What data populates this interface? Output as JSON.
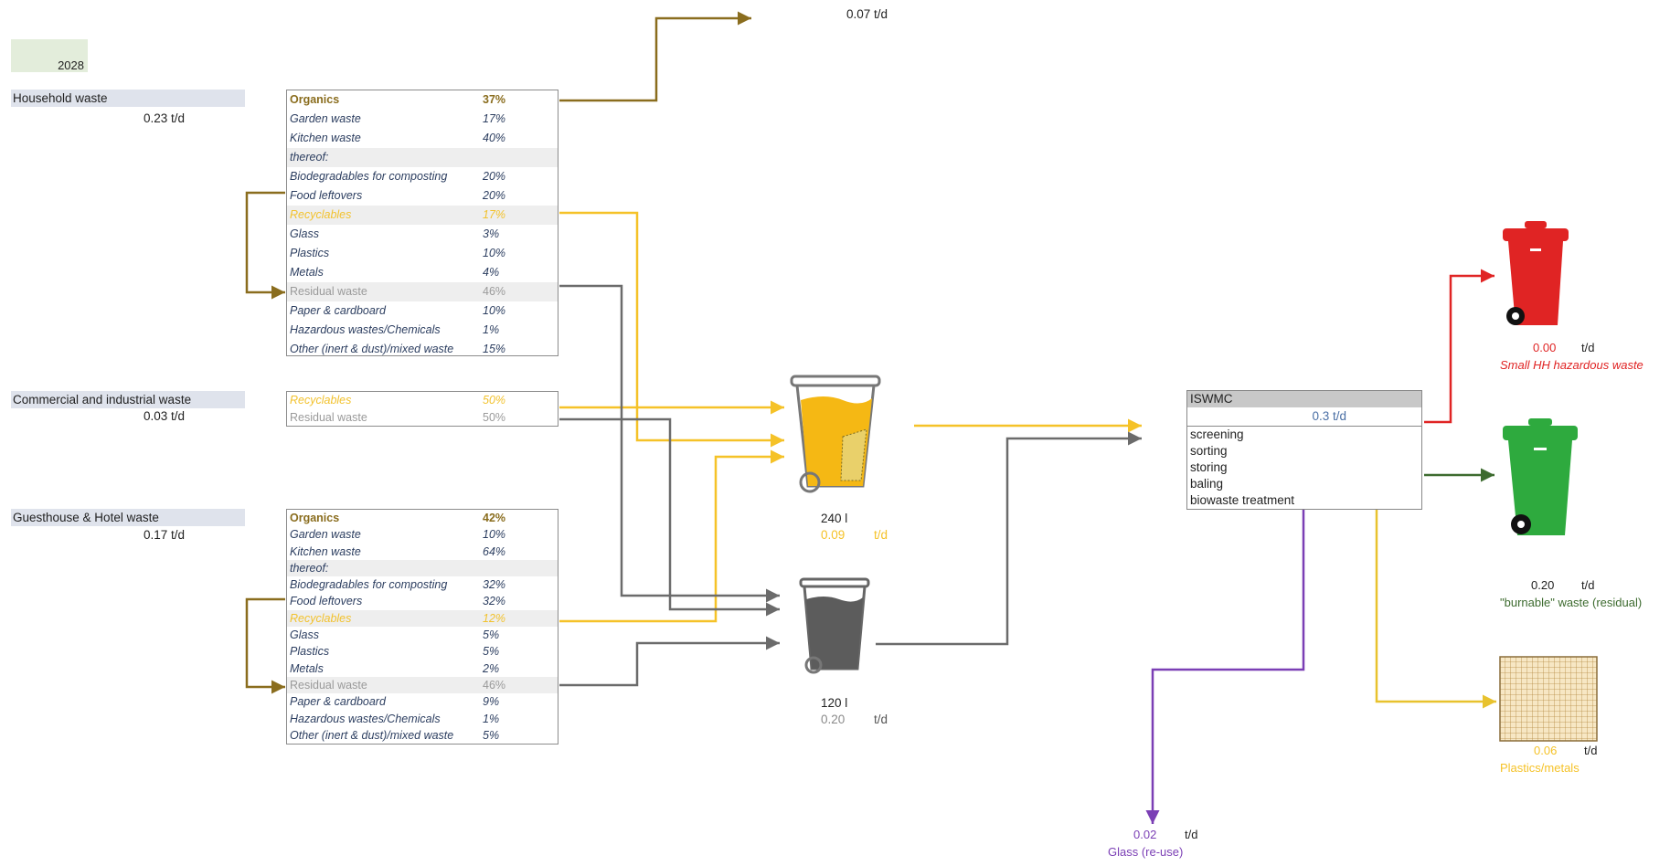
{
  "year": "2028",
  "top_output": {
    "value": "0.07 t/d"
  },
  "sources": [
    {
      "label": "Household waste",
      "value": "0.23 t/d",
      "rows": [
        {
          "label": "Organics",
          "pct": "37%",
          "kind": "hdr-org"
        },
        {
          "label": "Garden waste",
          "pct": "17%",
          "kind": "sub"
        },
        {
          "label": "Kitchen waste",
          "pct": "40%",
          "kind": "sub"
        },
        {
          "label": "thereof:",
          "pct": "",
          "kind": "sub shaded"
        },
        {
          "label": "Biodegradables for composting",
          "pct": "20%",
          "kind": "sub"
        },
        {
          "label": "Food leftovers",
          "pct": "20%",
          "kind": "sub"
        },
        {
          "label": "Recyclables",
          "pct": "17%",
          "kind": "hdr-rec shaded"
        },
        {
          "label": "Glass",
          "pct": "3%",
          "kind": "sub"
        },
        {
          "label": "Plastics",
          "pct": "10%",
          "kind": "sub"
        },
        {
          "label": "Metals",
          "pct": "4%",
          "kind": "sub"
        },
        {
          "label": "Residual waste",
          "pct": "46%",
          "kind": "hdr-res shaded"
        },
        {
          "label": "Paper & cardboard",
          "pct": "10%",
          "kind": "sub"
        },
        {
          "label": "Hazardous wastes/Chemicals",
          "pct": "1%",
          "kind": "sub"
        },
        {
          "label": "Other (inert & dust)/mixed waste",
          "pct": "15%",
          "kind": "sub"
        }
      ]
    },
    {
      "label": "Commercial and industrial waste",
      "value": "0.03 t/d",
      "rows": [
        {
          "label": "Recyclables",
          "pct": "50%",
          "kind": "hdr-rec"
        },
        {
          "label": "Residual waste",
          "pct": "50%",
          "kind": "hdr-res"
        }
      ]
    },
    {
      "label": "Guesthouse & Hotel waste",
      "value": "0.17 t/d",
      "rows": [
        {
          "label": "Organics",
          "pct": "42%",
          "kind": "hdr-org"
        },
        {
          "label": "Garden waste",
          "pct": "10%",
          "kind": "sub"
        },
        {
          "label": "Kitchen waste",
          "pct": "64%",
          "kind": "sub"
        },
        {
          "label": "thereof:",
          "pct": "",
          "kind": "sub shaded"
        },
        {
          "label": "Biodegradables for composting",
          "pct": "32%",
          "kind": "sub"
        },
        {
          "label": "Food leftovers",
          "pct": "32%",
          "kind": "sub"
        },
        {
          "label": "Recyclables",
          "pct": "12%",
          "kind": "hdr-rec shaded"
        },
        {
          "label": "Glass",
          "pct": "5%",
          "kind": "sub"
        },
        {
          "label": "Plastics",
          "pct": "5%",
          "kind": "sub"
        },
        {
          "label": "Metals",
          "pct": "2%",
          "kind": "sub"
        },
        {
          "label": "Residual waste",
          "pct": "46%",
          "kind": "hdr-res shaded"
        },
        {
          "label": "Paper & cardboard",
          "pct": "9%",
          "kind": "sub"
        },
        {
          "label": "Hazardous wastes/Chemicals",
          "pct": "1%",
          "kind": "sub"
        },
        {
          "label": "Other (inert & dust)/mixed waste",
          "pct": "5%",
          "kind": "sub"
        }
      ]
    }
  ],
  "bins": {
    "yellow": {
      "volume": "240 l",
      "value": "0.09",
      "unit": "t/d"
    },
    "grey": {
      "volume": "120 l",
      "value": "0.20",
      "unit": "t/d"
    }
  },
  "iswmc": {
    "title": "ISWMC",
    "value": "0.3 t/d",
    "processes": [
      "screening",
      "sorting",
      "storing",
      "baling",
      "biowaste treatment"
    ]
  },
  "outputs": {
    "hazardous": {
      "value": "0.00",
      "unit": "t/d",
      "label": "Small HH hazardous waste"
    },
    "burnable": {
      "value": "0.20",
      "unit": "t/d",
      "label": "\"burnable\" waste (residual)"
    },
    "plastics": {
      "value": "0.06",
      "unit": "t/d",
      "label": "Plastics/metals"
    },
    "glass": {
      "value": "0.02",
      "unit": "t/d",
      "label": "Glass (re-use)"
    }
  },
  "colors": {
    "organics": "#8a6d1e",
    "recyclables": "#f5c228",
    "residual": "#6b6b6b",
    "hazardous": "#e02424",
    "burnable": "#2eaa3e",
    "glass": "#7b3fb5"
  }
}
